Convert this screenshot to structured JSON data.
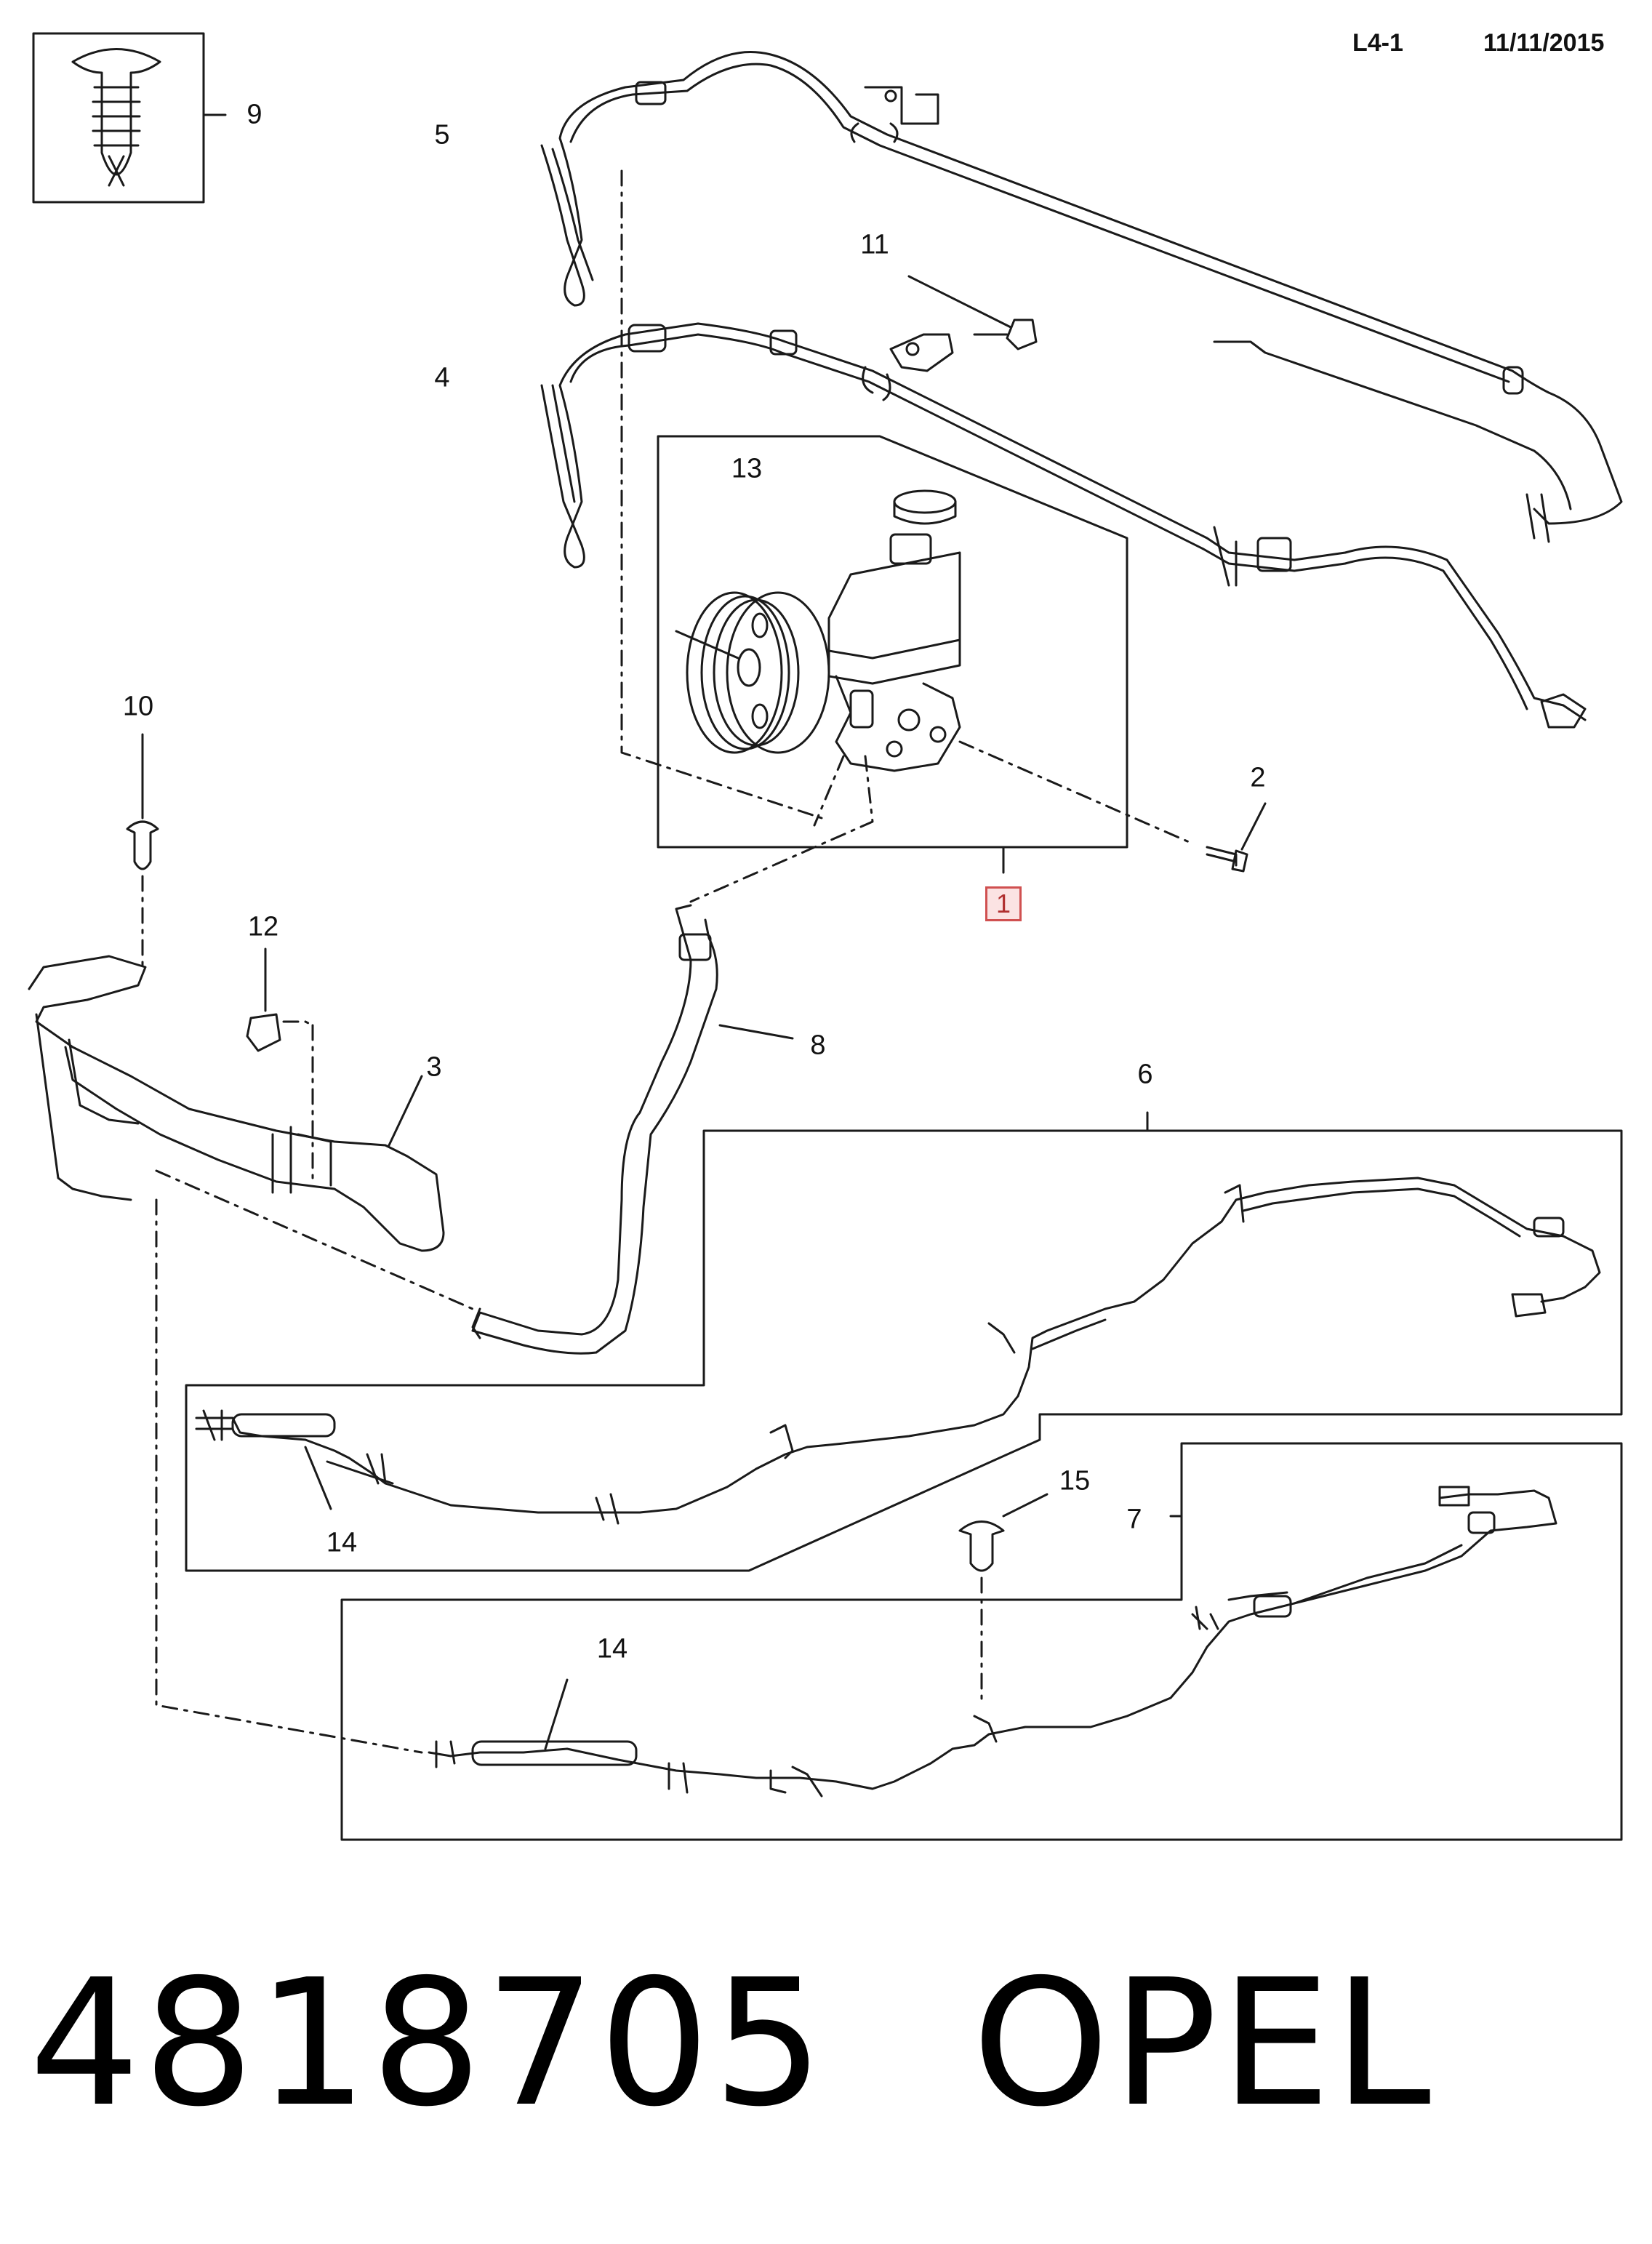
{
  "header": {
    "code": "L4-1",
    "date": "11/11/2015"
  },
  "callouts": {
    "c1": "1",
    "c2": "2",
    "c3": "3",
    "c4": "4",
    "c5": "5",
    "c6": "6",
    "c7": "7",
    "c8": "8",
    "c9": "9",
    "c10": "10",
    "c11": "11",
    "c12": "12",
    "c13": "13",
    "c14a": "14",
    "c14b": "14",
    "c15": "15"
  },
  "footer": {
    "part_number": "4818705",
    "brand": "OPEL"
  },
  "colors": {
    "line": "#1a1a1a",
    "highlight_border": "#d05050",
    "highlight_fill": "#fbe3e3"
  }
}
